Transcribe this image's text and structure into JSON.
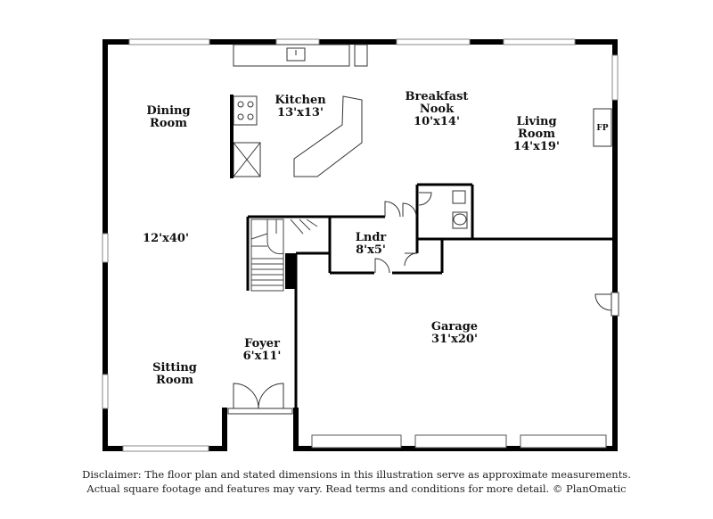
{
  "rooms": [
    {
      "id": "dining",
      "lines": [
        "Dining",
        "Room"
      ]
    },
    {
      "id": "kitchen",
      "lines": [
        "Kitchen",
        "13'x13'"
      ]
    },
    {
      "id": "breakfast",
      "lines": [
        "Breakfast",
        "Nook",
        "10'x14'"
      ]
    },
    {
      "id": "living",
      "lines": [
        "Living",
        "Room",
        "14'x19'"
      ]
    },
    {
      "id": "great",
      "lines": [
        "12'x40'"
      ]
    },
    {
      "id": "laundry",
      "lines": [
        "Lndr",
        "8'x5'"
      ]
    },
    {
      "id": "garage",
      "lines": [
        "Garage",
        "31'x20'"
      ]
    },
    {
      "id": "foyer",
      "lines": [
        "Foyer",
        "6'x11'"
      ]
    },
    {
      "id": "sitting",
      "lines": [
        "Sitting",
        "Room"
      ]
    }
  ],
  "fireplace_label": "FP",
  "disclaimer": {
    "line1": "Disclaimer: The floor plan and stated dimensions in this illustration serve as approximate measurements.",
    "line2": "Actual square footage and features may vary. Read terms and conditions for more detail. © PlanOmatic"
  }
}
